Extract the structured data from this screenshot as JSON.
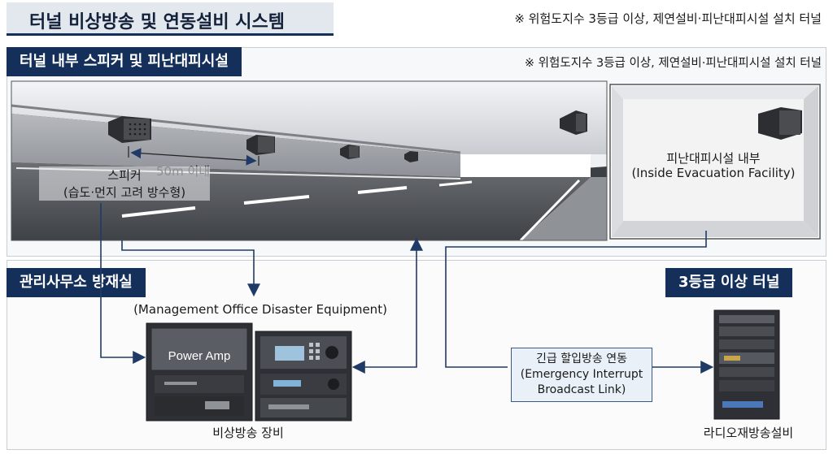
{
  "header": {
    "title": "터널 비상방송 및 연동설비 시스템",
    "note": "※ 위험도지수 3등급 이상, 제연설비·피난대피시설 설치 터널"
  },
  "tunnel_section": {
    "heading": "터널 내부 스피커 및 피난대피시설",
    "note": "※ 위험도지수 3등급 이상, 제연설비·피난대피시설 설치 터널",
    "spacing_label": "50m 이내",
    "speaker_label": "스피커",
    "speaker_sublabel": "(습도·먼지 고려 방수형)",
    "evac_label": "피난대피시설 내부",
    "evac_sublabel": "(Inside Evacuation Facility)"
  },
  "office_section": {
    "heading": "관리사무소 방재실",
    "subheading": "(Management Office Disaster Equipment)",
    "amp_label": "Power Amp",
    "equipment_label": "비상방송 장비"
  },
  "radio_section": {
    "heading": "3등급 이상 터널",
    "rack_label": "라디오재방송설비"
  },
  "link": {
    "line1": "긴급 할입방송 연동",
    "line2": "(Emergency Interrupt",
    "line3": "Broadcast Link)"
  },
  "colors": {
    "navy": "#14305a",
    "arrow": "#1f3a66",
    "road": "#4a4d52",
    "wall": "#9a9da3"
  }
}
